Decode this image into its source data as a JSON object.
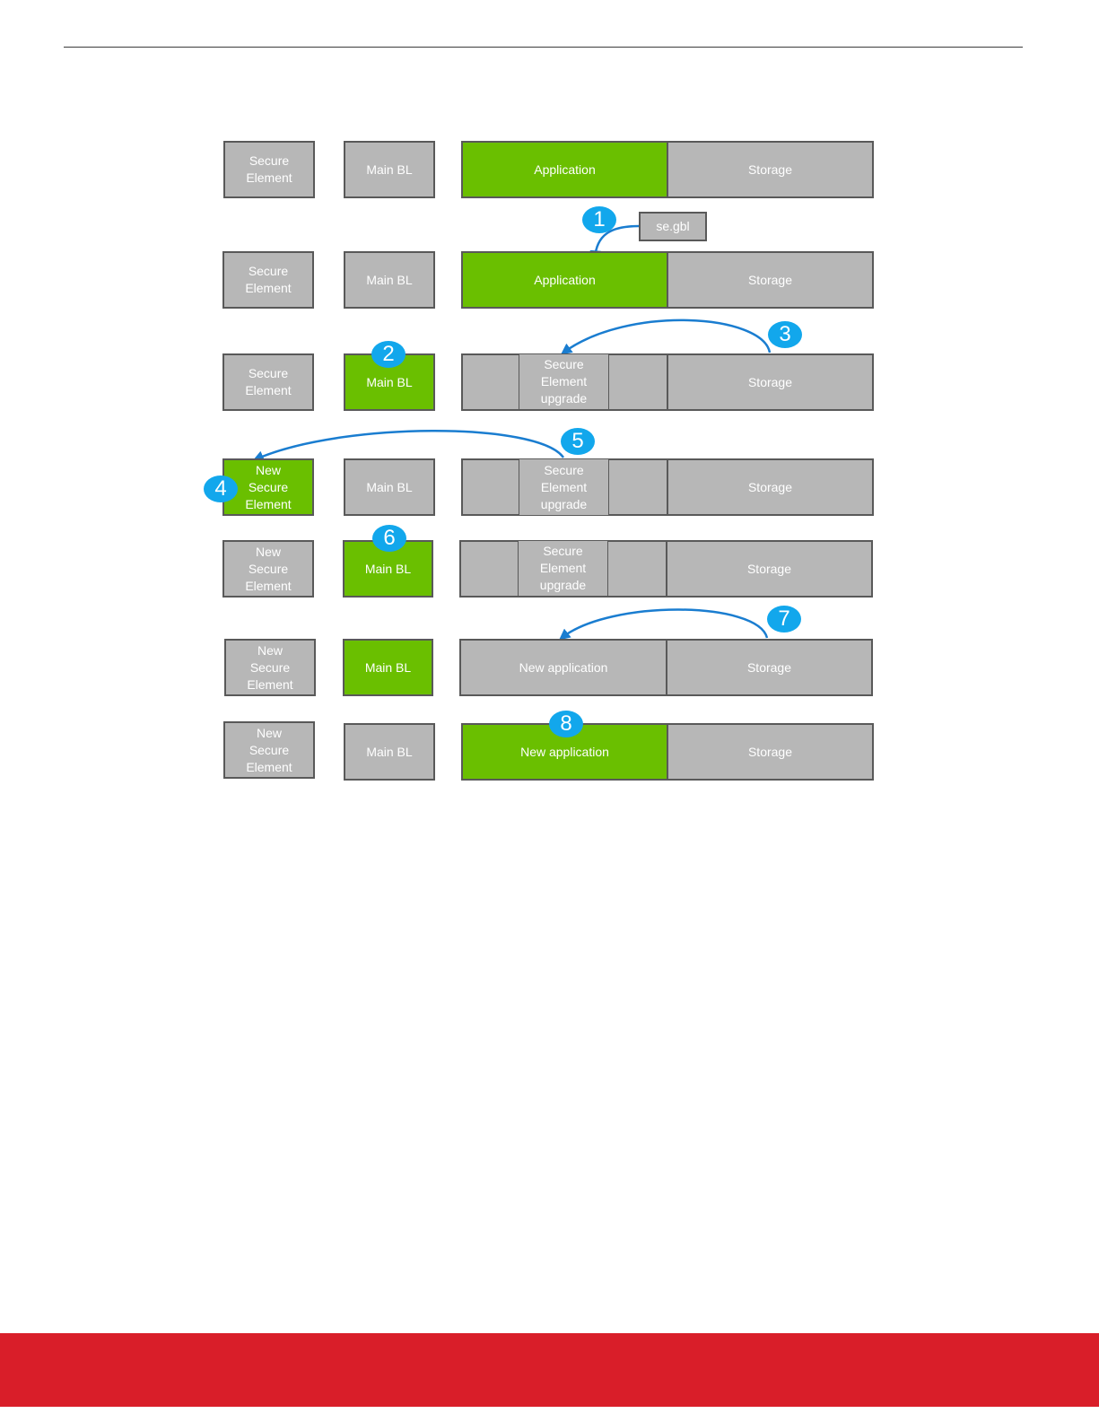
{
  "labels": {
    "secure_element": "Secure\nElement",
    "new_secure_element": "New\nSecure\nElement",
    "main_bl": "Main BL",
    "application": "Application",
    "new_application": "New application",
    "storage": "Storage",
    "se_upgrade": "Secure\nElement\nupgrade",
    "gbl_file": "se.gbl"
  },
  "badges": [
    "1",
    "2",
    "3",
    "4",
    "5",
    "6",
    "7",
    "8"
  ],
  "colors": {
    "active_block": "#6abf00",
    "inactive_block": "#b7b7b7",
    "block_border": "#595959",
    "badge": "#12a7ec",
    "arrow": "#1a7dd0",
    "footer": "#d91e29"
  }
}
